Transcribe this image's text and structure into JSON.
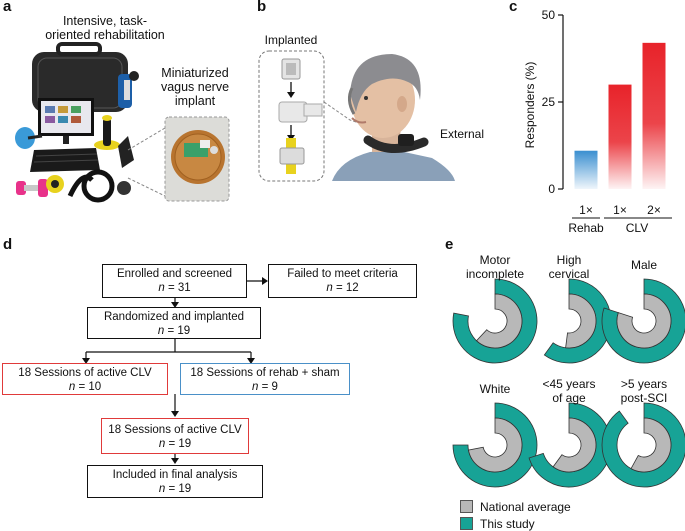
{
  "panels": {
    "a": {
      "label": "a",
      "title": "Intensive, task-\noriented rehabilitation",
      "implant_label": "Miniaturized\nvagus nerve\nimplant"
    },
    "b": {
      "label": "b",
      "implanted_label": "Implanted",
      "external_label": "External"
    },
    "c": {
      "label": "c",
      "chart_data": {
        "type": "bar",
        "ylabel": "Responders (%)",
        "ylim": [
          0,
          50
        ],
        "yticks": [
          0,
          25,
          50
        ],
        "categories": [
          "1×",
          "1×",
          "2×"
        ],
        "groups": [
          {
            "name": "Rehab",
            "categories": [
              "1×"
            ]
          },
          {
            "name": "CLV",
            "categories": [
              "1×",
              "2×"
            ]
          }
        ],
        "values": [
          11,
          30,
          42
        ],
        "colors": [
          "#3a8fd0",
          "#e8232a",
          "#e8232a"
        ]
      }
    },
    "d": {
      "label": "d",
      "enrolled": {
        "title": "Enrolled and screened",
        "n": "31"
      },
      "failed": {
        "title": "Failed to meet criteria",
        "n": "12"
      },
      "randomized": {
        "title": "Randomized and implanted",
        "n": "19"
      },
      "active": {
        "title": "18 Sessions of active CLV",
        "n": "10"
      },
      "sham": {
        "title": "18 Sessions of rehab + sham",
        "n": "9"
      },
      "active2": {
        "title": "18 Sessions of active CLV",
        "n": "19"
      },
      "final": {
        "title": "Included in final analysis",
        "n": "19"
      },
      "n_prefix": "n",
      "eq": " = "
    },
    "e": {
      "label": "e",
      "chart_data": {
        "type": "pie",
        "items": [
          {
            "label": "Motor\nincomplete",
            "national": 0.62,
            "study": 0.78
          },
          {
            "label": "High\ncervical",
            "national": 0.52,
            "study": 0.6
          },
          {
            "label": "Male",
            "national": 0.8,
            "study": 0.8
          },
          {
            "label": "White",
            "national": 0.72,
            "study": 0.75
          },
          {
            "label": "<45 years\nof age",
            "national": 0.6,
            "study": 0.7
          },
          {
            "label": ">5 years\npost-SCI",
            "national": 0.58,
            "study": 0.9
          }
        ],
        "legend": [
          {
            "name": "National average",
            "color": "#b8b8b8"
          },
          {
            "name": "This study",
            "color": "#17a396"
          }
        ]
      }
    }
  }
}
